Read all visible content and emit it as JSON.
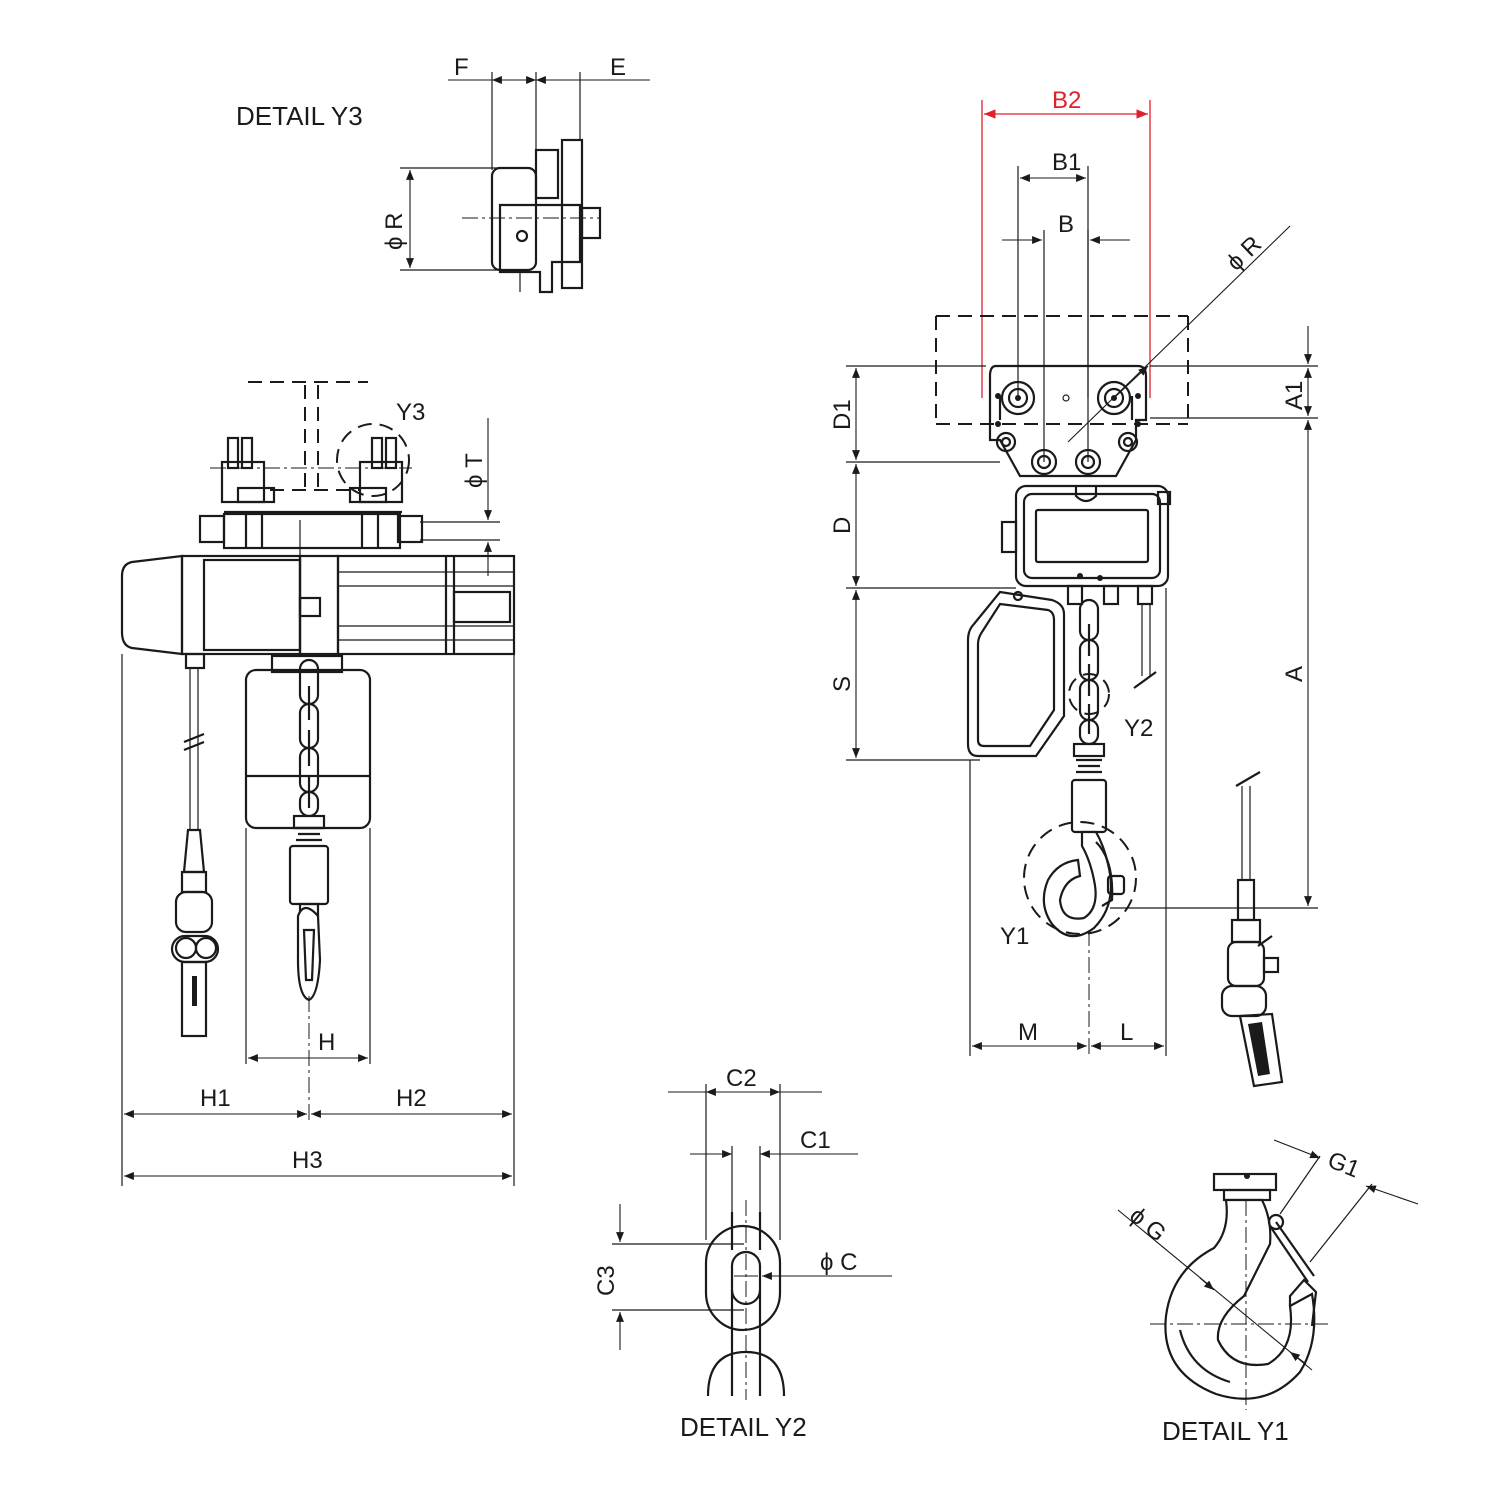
{
  "details": {
    "y1": "DETAIL Y1",
    "y2": "DETAIL Y2",
    "y3": "DETAIL Y3"
  },
  "callouts": {
    "y1": "Y1",
    "y2": "Y2",
    "y3": "Y3"
  },
  "dims": {
    "F": "F",
    "E": "E",
    "R_detail": "ϕ R",
    "T": "ϕ T",
    "H": "H",
    "H1": "H1",
    "H2": "H2",
    "H3": "H3",
    "B2": "B2",
    "B1": "B1",
    "B": "B",
    "R_side": "ϕ R",
    "D1": "D1",
    "D": "D",
    "S": "S",
    "A1": "A1",
    "A": "A",
    "M": "M",
    "L": "L",
    "C1": "C1",
    "C2": "C2",
    "C3": "C3",
    "C": "ϕ C",
    "G": "ϕ G",
    "G1": "G1"
  },
  "colors": {
    "line": "#1a1a1a",
    "highlight": "#e0202a"
  }
}
